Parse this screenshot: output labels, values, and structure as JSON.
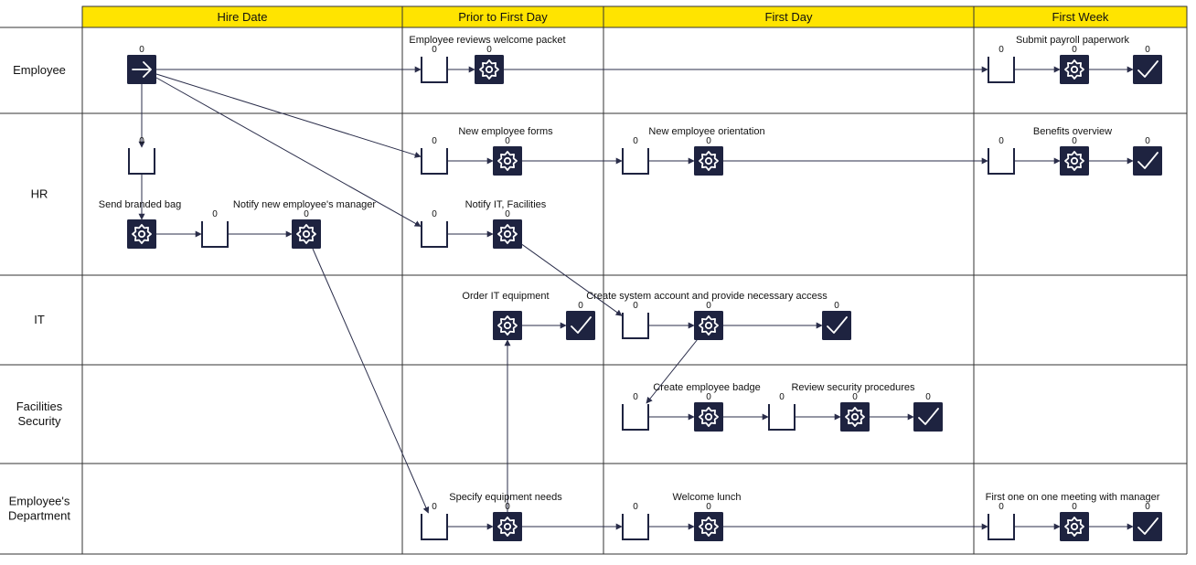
{
  "columns": [
    "Hire Date",
    "Prior to First Day",
    "First Day",
    "First Week"
  ],
  "lanes": [
    {
      "label": [
        "Employee"
      ]
    },
    {
      "label": [
        "HR"
      ]
    },
    {
      "label": [
        "IT"
      ]
    },
    {
      "label": [
        "Facilities",
        "Security"
      ]
    },
    {
      "label": [
        "Employee's",
        "Department"
      ]
    }
  ],
  "nodes": [
    {
      "id": "start",
      "kind": "start",
      "count": "0"
    },
    {
      "id": "hr_q1",
      "kind": "queue",
      "count": "0"
    },
    {
      "id": "hr_bag",
      "kind": "task",
      "label": "Send branded bag"
    },
    {
      "id": "hr_q2",
      "kind": "queue",
      "count": "0"
    },
    {
      "id": "hr_notify_mgr",
      "kind": "task",
      "label": "Notify new employee's manager",
      "count": "0"
    },
    {
      "id": "emp_q1",
      "kind": "queue",
      "count": "0"
    },
    {
      "id": "emp_welcome",
      "kind": "task",
      "label": "Employee reviews welcome packet",
      "count": "0"
    },
    {
      "id": "hr_q3",
      "kind": "queue",
      "count": "0"
    },
    {
      "id": "hr_forms",
      "kind": "task",
      "label": "New employee forms",
      "count": "0"
    },
    {
      "id": "hr_q4",
      "kind": "queue",
      "count": "0"
    },
    {
      "id": "hr_notify_it",
      "kind": "task",
      "label": "Notify IT, Facilities",
      "count": "0"
    },
    {
      "id": "it_order",
      "kind": "task",
      "label": "Order IT equipment"
    },
    {
      "id": "it_end1",
      "kind": "end",
      "count": "0"
    },
    {
      "id": "dept_q1",
      "kind": "queue",
      "count": "0"
    },
    {
      "id": "dept_specify",
      "kind": "task",
      "label": "Specify equipment needs",
      "count": "0"
    },
    {
      "id": "hr_q5",
      "kind": "queue",
      "count": "0"
    },
    {
      "id": "hr_orient",
      "kind": "task",
      "label": "New employee orientation",
      "count": "0"
    },
    {
      "id": "it_q1",
      "kind": "queue",
      "count": "0"
    },
    {
      "id": "it_account",
      "kind": "task",
      "label": "Create system account and provide necessary access",
      "count": "0"
    },
    {
      "id": "it_end2",
      "kind": "end",
      "count": "0"
    },
    {
      "id": "fac_q1",
      "kind": "queue",
      "count": "0"
    },
    {
      "id": "fac_badge",
      "kind": "task",
      "label": "Create employee badge",
      "count": "0"
    },
    {
      "id": "fac_q2",
      "kind": "queue",
      "count": "0"
    },
    {
      "id": "fac_review",
      "kind": "task",
      "label": "Review security procedures",
      "count": "0"
    },
    {
      "id": "fac_end",
      "kind": "end",
      "count": "0"
    },
    {
      "id": "dept_q2",
      "kind": "queue",
      "count": "0"
    },
    {
      "id": "dept_lunch",
      "kind": "task",
      "label": "Welcome lunch",
      "count": "0"
    },
    {
      "id": "emp_q2",
      "kind": "queue",
      "count": "0"
    },
    {
      "id": "emp_payroll",
      "kind": "task",
      "label": "Submit payroll paperwork",
      "count": "0"
    },
    {
      "id": "emp_end",
      "kind": "end",
      "count": "0"
    },
    {
      "id": "hr_q6",
      "kind": "queue",
      "count": "0"
    },
    {
      "id": "hr_benefits",
      "kind": "task",
      "label": "Benefits overview",
      "count": "0"
    },
    {
      "id": "hr_end",
      "kind": "end",
      "count": "0"
    },
    {
      "id": "dept_q3",
      "kind": "queue",
      "count": "0"
    },
    {
      "id": "dept_meeting",
      "kind": "task",
      "label": "First one on one meeting with manager",
      "count": "0"
    },
    {
      "id": "dept_end",
      "kind": "end",
      "count": "0"
    }
  ],
  "edges": [
    [
      "start",
      "emp_q1"
    ],
    [
      "start",
      "hr_q1"
    ],
    [
      "start",
      "hr_q3"
    ],
    [
      "start",
      "hr_q4"
    ],
    [
      "hr_q1",
      "hr_bag"
    ],
    [
      "hr_bag",
      "hr_q2"
    ],
    [
      "hr_q2",
      "hr_notify_mgr"
    ],
    [
      "hr_notify_mgr",
      "dept_q1"
    ],
    [
      "emp_q1",
      "emp_welcome"
    ],
    [
      "emp_welcome",
      "emp_q2"
    ],
    [
      "hr_q3",
      "hr_forms"
    ],
    [
      "hr_forms",
      "hr_q5"
    ],
    [
      "hr_q4",
      "hr_notify_it"
    ],
    [
      "hr_notify_it",
      "it_q1"
    ],
    [
      "dept_q1",
      "dept_specify"
    ],
    [
      "dept_specify",
      "it_order"
    ],
    [
      "dept_specify",
      "dept_q2"
    ],
    [
      "it_order",
      "it_end1"
    ],
    [
      "hr_q5",
      "hr_orient"
    ],
    [
      "hr_orient",
      "hr_q6"
    ],
    [
      "it_q1",
      "it_account"
    ],
    [
      "it_account",
      "it_end2"
    ],
    [
      "it_account",
      "fac_q1"
    ],
    [
      "fac_q1",
      "fac_badge"
    ],
    [
      "fac_badge",
      "fac_q2"
    ],
    [
      "fac_q2",
      "fac_review"
    ],
    [
      "fac_review",
      "fac_end"
    ],
    [
      "dept_q2",
      "dept_lunch"
    ],
    [
      "dept_lunch",
      "dept_q3"
    ],
    [
      "emp_q2",
      "emp_payroll"
    ],
    [
      "emp_payroll",
      "emp_end"
    ],
    [
      "hr_q6",
      "hr_benefits"
    ],
    [
      "hr_benefits",
      "hr_end"
    ],
    [
      "dept_q3",
      "dept_meeting"
    ],
    [
      "dept_meeting",
      "dept_end"
    ]
  ]
}
